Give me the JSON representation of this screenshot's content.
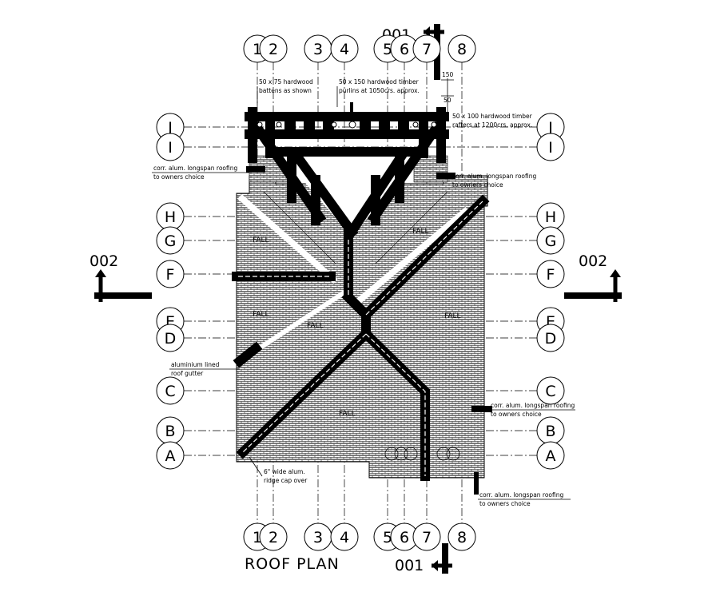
{
  "drawing": {
    "title": "ROOF PLAN",
    "section_labels": {
      "top": "001",
      "bottom": "001",
      "left": "002",
      "right": "002"
    },
    "column_grid": [
      "1",
      "2",
      "3",
      "4",
      "5",
      "6",
      "7",
      "8"
    ],
    "row_grid_left": [
      "J",
      "I",
      "H",
      "G",
      "F",
      "E",
      "D",
      "C",
      "B",
      "A"
    ],
    "row_grid_right": [
      "J",
      "I",
      "H",
      "G",
      "F",
      "E",
      "D",
      "C",
      "B",
      "A"
    ],
    "dimensions": {
      "d1": "150",
      "d2": "50"
    },
    "notes": {
      "battens": [
        "50 x 75 hardwood",
        "battens as shown"
      ],
      "purlins": [
        "50 x 150 hardwood timber",
        "purlins at 1050crs. approx."
      ],
      "rafters": [
        "50 x 100 hardwood timber",
        "rafters at 1200crs. approx."
      ],
      "roofing_left": [
        "corr. alum. longspan roofing",
        "to owners choice"
      ],
      "roofing_right_top": [
        "corr. alum. longspan roofing",
        "to owners choice"
      ],
      "gutter": [
        "aluminium lined",
        "roof gutter"
      ],
      "roofing_right_mid": [
        "corr. alum. longspan roofing",
        "to owners choice"
      ],
      "ridge_cap": [
        "6\" wide alum.",
        "ridge cap over"
      ],
      "roofing_bottom": [
        "corr. alum. longspan roofing",
        "to owners choice"
      ]
    },
    "fall_labels": [
      "FALL",
      "FALL",
      "FALL",
      "FALL",
      "FALL",
      "FALL"
    ]
  }
}
